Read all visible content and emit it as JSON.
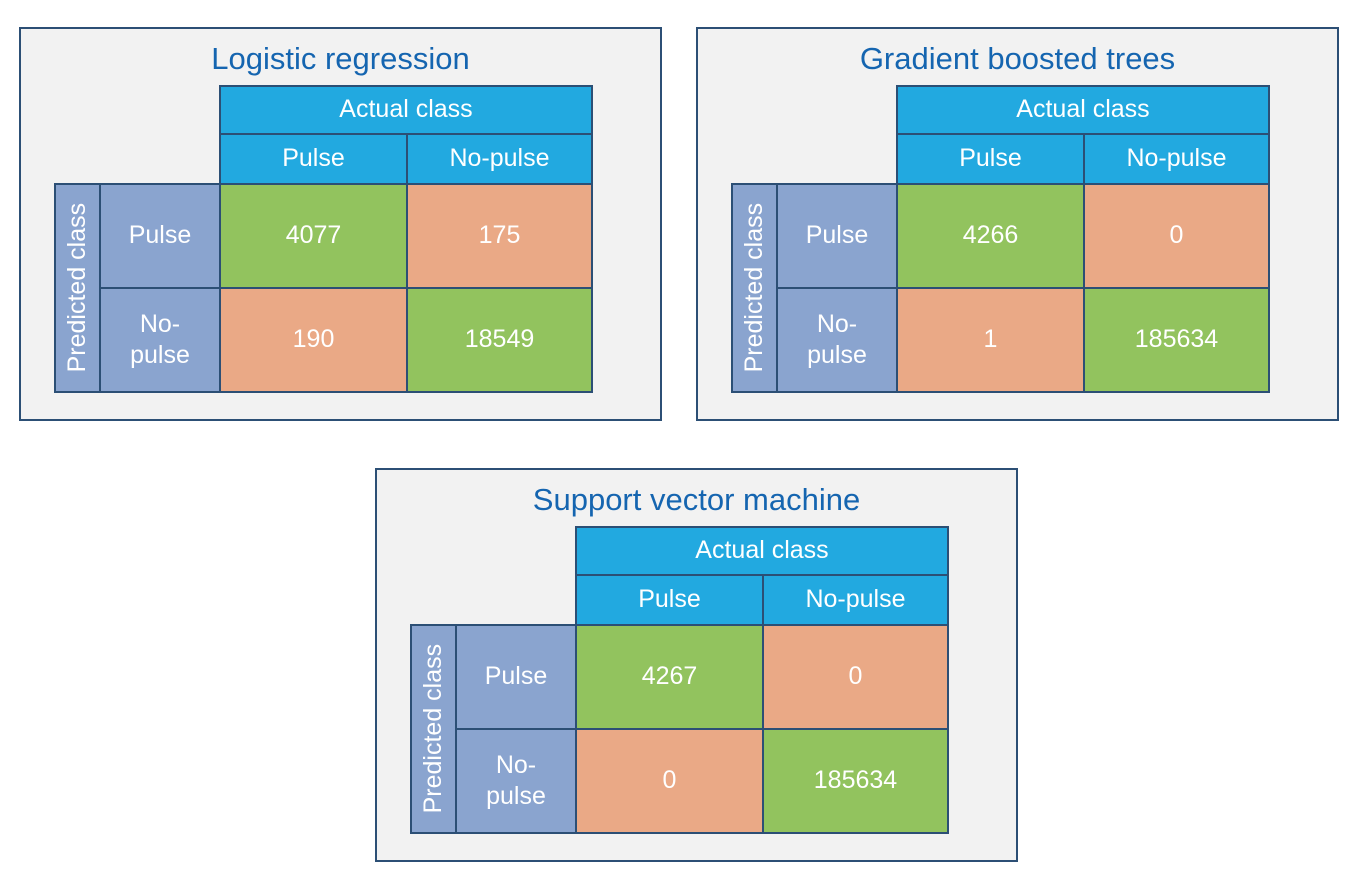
{
  "matrices": [
    {
      "title": "Logistic regression",
      "actual_label": "Actual class",
      "predicted_label": "Predicted class",
      "col_labels": [
        "Pulse",
        "No-pulse"
      ],
      "row_labels": [
        "Pulse",
        "No-\npulse"
      ],
      "values": [
        [
          "4077",
          "175"
        ],
        [
          "190",
          "18549"
        ]
      ]
    },
    {
      "title": "Gradient boosted trees",
      "actual_label": "Actual class",
      "predicted_label": "Predicted class",
      "col_labels": [
        "Pulse",
        "No-pulse"
      ],
      "row_labels": [
        "Pulse",
        "No-\npulse"
      ],
      "values": [
        [
          "4266",
          "0"
        ],
        [
          "1",
          "185634"
        ]
      ]
    },
    {
      "title": "Support vector machine",
      "actual_label": "Actual class",
      "predicted_label": "Predicted class",
      "col_labels": [
        "Pulse",
        "No-pulse"
      ],
      "row_labels": [
        "Pulse",
        "No-\npulse"
      ],
      "values": [
        [
          "4267",
          "0"
        ],
        [
          "0",
          "185634"
        ]
      ]
    }
  ],
  "colors": {
    "panel_background": "#f2f2f2",
    "panel_border": "#2c4f75",
    "title_text": "#1565b0",
    "header_fill": "#22a9e0",
    "row_label_fill": "#8aa4cf",
    "correct_cell_fill": "#92c35e",
    "error_cell_fill": "#eaa986",
    "cell_text": "#ffffff"
  }
}
